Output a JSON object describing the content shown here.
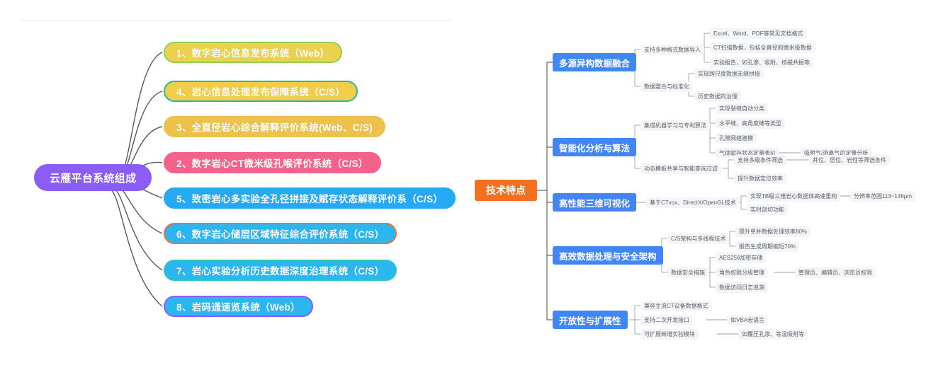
{
  "left_map": {
    "root": {
      "label": "云雁平台系统组成",
      "color": "#8b5cf6"
    },
    "nodes": [
      {
        "label": "1、数字岩心信息发布系统（Web）",
        "fill": "#ecd14f",
        "border": "#8fd14f"
      },
      {
        "label": "4、岩心信息处理发布保障系统（C/S）",
        "fill": "#f0cd4a",
        "border": "#2bb79b"
      },
      {
        "label": "3、全直径岩心综合解释评价系统(Web、C/S)",
        "fill": "#edc24a",
        "border": "#edc24a"
      },
      {
        "label": "2、数字岩心CT微米级孔喉评价系统（C/S）",
        "fill": "#f4628c",
        "border": "#f4628c"
      },
      {
        "label": "5、致密岩心多实验全孔径拼接及赋存状态解释评价系（C/S）",
        "fill": "#23aaf2",
        "border": "#23aaf2"
      },
      {
        "label": "6、数字岩心储层区域特征综合评价系统（C/S）",
        "fill": "#2ab6f0",
        "border": "#f4702a"
      },
      {
        "label": "7、岩心实验分析历史数据深度治理系统（C/S）",
        "fill": "#2ab6f0",
        "border": "#2bc6bd"
      },
      {
        "label": "8、岩码通速览系统（Web）",
        "fill": "#2ab6f0",
        "border": "#8b5cf6"
      }
    ]
  },
  "right_map": {
    "root": {
      "label": "技术特点",
      "color": "#f37021"
    },
    "branches": [
      {
        "label": "多源异构数据融合",
        "children": [
          {
            "label": "支持多种格式数据导入",
            "children": [
              {
                "label": "Excel、Word、PDF等常见文档格式"
              },
              {
                "label": "CT扫描数据，包括全直径和微米级数据"
              },
              {
                "label": "实验报告，如孔渗、吸附、核磁共振等"
              }
            ]
          },
          {
            "label": "数据整合与标准化",
            "children": [
              {
                "label": "实现跨尺度数据无缝拼接"
              },
              {
                "label": "历史数据的治理"
              }
            ]
          }
        ]
      },
      {
        "label": "智能化分析与算法",
        "children": [
          {
            "label": "集成机器学习与专利算法",
            "children": [
              {
                "label": "实现裂缝自动分类"
              },
              {
                "label": "水平缝、高角度缝等类型"
              },
              {
                "label": "孔隙网络建模"
              },
              {
                "label": "气体赋存状态定量表征",
                "detail": "吸附气/游离气的定量分析"
              }
            ]
          },
          {
            "label": "动态模板共享与智能查询过滤",
            "children": [
              {
                "label": "支持多级条件筛选",
                "detail": "井位、层位、岩性等筛选条件"
              },
              {
                "label": "提升数据定位效率"
              }
            ]
          }
        ]
      },
      {
        "label": "高性能三维可视化",
        "children": [
          {
            "label": "基于CTvox、DirectX/OpenGL技术",
            "children": [
              {
                "label": "实现TB级三维岩心数据体高速重构",
                "detail": "分辨率范围113~146μm"
              },
              {
                "label": "实时剖切功能"
              }
            ]
          }
        ]
      },
      {
        "label": "高效数据处理与安全架构",
        "children": [
          {
            "label": "C/S架构与多线程技术",
            "children": [
              {
                "label": "提升单井数据处理效率80%"
              },
              {
                "label": "报告生成周期缩短70%"
              }
            ]
          },
          {
            "label": "数据安全措施",
            "children": [
              {
                "label": "AES256加密存储"
              },
              {
                "label": "角色权限分级管理",
                "detail": "管理员、编辑员、浏览员权限"
              },
              {
                "label": "数据访问日志追溯"
              }
            ]
          }
        ]
      },
      {
        "label": "开放性与扩展性",
        "children": [
          {
            "label": "兼容主流CT设备数据格式",
            "inline": true
          },
          {
            "label": "支持二次开发接口",
            "detail": "如VBA宏语言",
            "inline": true
          },
          {
            "label": "可扩展新增实验模块",
            "detail": "如覆压孔渗、等温吸附等",
            "inline": true
          }
        ]
      }
    ]
  }
}
